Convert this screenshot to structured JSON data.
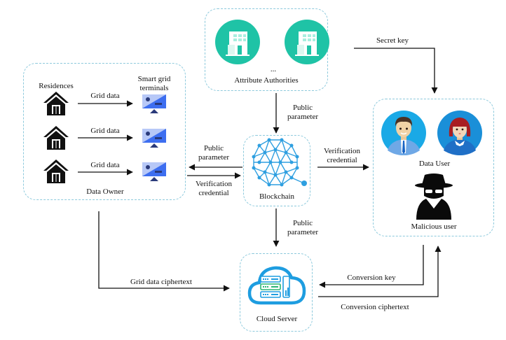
{
  "nodes": {
    "attribute_authorities": {
      "label": "Attribute Authorities",
      "ellipsis": "...",
      "icon": "building-icon",
      "color": "#1fc3a6"
    },
    "data_owner": {
      "label": "Data Owner",
      "residences_label": "Residences",
      "terminals_label_line1": "Smart grid",
      "terminals_label_line2": "terminals",
      "rows": [
        {
          "edge_label": "Grid data"
        },
        {
          "edge_label": "Grid data"
        },
        {
          "edge_label": "Grid data"
        }
      ]
    },
    "blockchain": {
      "label": "Blockchain",
      "icon": "blockchain-network-icon",
      "color": "#2e9fe0"
    },
    "data_user": {
      "label": "Data User",
      "malicious_label": "Malicious user"
    },
    "cloud_server": {
      "label": "Cloud Server",
      "icon": "cloud-server-icon",
      "color": "#1e9de0"
    }
  },
  "edges": {
    "secret_key": "Secret key",
    "aa_to_bc_line1": "Public",
    "aa_to_bc_line2": "parameter",
    "bc_to_owner_line1": "Public",
    "bc_to_owner_line2": "parameter",
    "owner_to_bc_line1": "Verification",
    "owner_to_bc_line2": "credential",
    "bc_to_user_line1": "Verification",
    "bc_to_user_line2": "credential",
    "bc_to_cloud_line1": "Public",
    "bc_to_cloud_line2": "parameter",
    "grid_ciphertext": "Grid data ciphertext",
    "conversion_key": "Conversion key",
    "conversion_ciphertext": "Conversion ciphertext"
  }
}
